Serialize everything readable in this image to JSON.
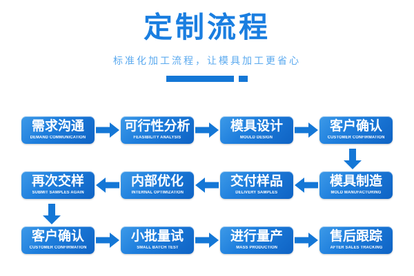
{
  "header": {
    "title": "定制流程",
    "subtitle": "标准化加工流程，让模具加工更省心",
    "accent_color": "#1477d6",
    "title_color": "#1a7ee0",
    "subtitle_color": "#5aa9ef"
  },
  "flow": {
    "rows": [
      {
        "direction": "left-to-right",
        "nodes": [
          {
            "cn": "需求沟通",
            "en": "DEMAND COMMUNICATION"
          },
          {
            "cn": "可行性分析",
            "en": "FEASIBILITY ANALYSIS"
          },
          {
            "cn": "模具设计",
            "en": "MOULD DESIGN"
          },
          {
            "cn": "客户确认",
            "en": "CUSTOMER CONFIRMATION"
          }
        ]
      },
      {
        "direction": "right-to-left",
        "nodes": [
          {
            "cn": "再次交样",
            "en": "SUBMIT SAMPLES AGAIN"
          },
          {
            "cn": "内部优化",
            "en": "INTERNAL OPTIMIZATION"
          },
          {
            "cn": "交付样品",
            "en": "DELIVERY SAMPLES"
          },
          {
            "cn": "模具制造",
            "en": "MOLD MANUFACTURING"
          }
        ]
      },
      {
        "direction": "left-to-right",
        "nodes": [
          {
            "cn": "客户确认",
            "en": "CUSTOMER CONFIRMATION"
          },
          {
            "cn": "小批量试",
            "en": "SMALL BATCH TEST"
          },
          {
            "cn": "进行量产",
            "en": "MASS PRODUCTION"
          },
          {
            "cn": "售后跟踪",
            "en": "AFTER SALES TRACKING"
          }
        ]
      }
    ],
    "arrow_color": "#1477d6",
    "node_gradient_from": "#3d9ae8",
    "node_gradient_to": "#0f63c4"
  },
  "icons": {
    "arrow_right": "arrow-right-icon",
    "arrow_left": "arrow-left-icon",
    "arrow_down": "arrow-down-icon"
  }
}
